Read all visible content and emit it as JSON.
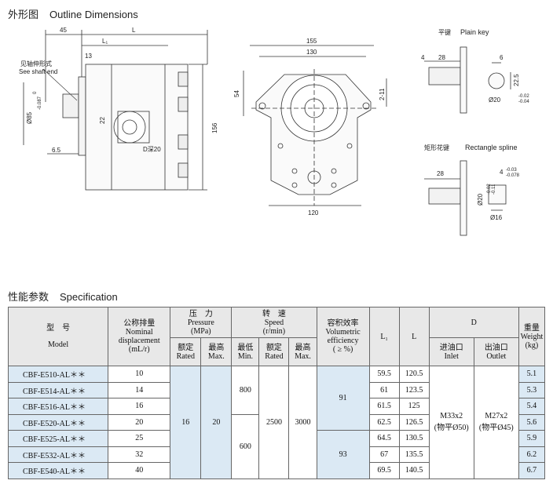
{
  "outline": {
    "title_cn": "外形图",
    "title_en": "Outline Dimensions",
    "dims": {
      "d45": "45",
      "L": "L",
      "L1": "L₁",
      "d13": "13",
      "d22": "22",
      "d85": "Ø85",
      "d85_tol": "-0.087",
      "d85_tol0": "0",
      "d65": "6.5",
      "depth": "D深20",
      "d156": "156",
      "d155": "155",
      "d130": "130",
      "d54": "54",
      "d211": "2-11",
      "d120": "120",
      "shaft_cn": "见轴伸形式",
      "shaft_en": "See shaft end"
    },
    "key": {
      "title_cn": "平键",
      "title_en": "Plain key",
      "d4": "4",
      "d28": "28",
      "d6": "6",
      "d225": "22.5",
      "d20": "Ø20",
      "tol_hi": "-0.02",
      "tol_lo": "-0.04"
    },
    "spline": {
      "title_cn": "矩形花键",
      "title_en": "Rectangle spline",
      "d28": "28",
      "d4": "4",
      "tol_hi": "-0.03",
      "tol_lo": "-0.078",
      "d20": "Ø20",
      "d20_tol_hi": "-0.02",
      "d20_tol_lo": "-0.11",
      "d16": "Ø16"
    }
  },
  "spec": {
    "title_cn": "性能参数",
    "title_en": "Specification",
    "headers": {
      "model_cn": "型　号",
      "model_en": "Model",
      "disp_cn": "公称排量",
      "disp_en1": "Nominal",
      "disp_en2": "displacement",
      "disp_unit": "(mL/r)",
      "pressure_cn": "压　力",
      "pressure_en": "Pressure",
      "pressure_unit": "(MPa)",
      "speed_cn": "转　速",
      "speed_en": "Speed",
      "speed_unit": "(r/min)",
      "vol_cn": "容积效率",
      "vol_en1": "Volumetric",
      "vol_en2": "efficiency",
      "vol_unit": "( ≥ %)",
      "L1": "L₁",
      "L": "L",
      "D": "D",
      "weight_cn": "重量",
      "weight_en": "Weight",
      "weight_unit": "(kg)",
      "rated_cn": "额定",
      "rated_en": "Rated",
      "max_cn": "最高",
      "max_en": "Max.",
      "min_cn": "最低",
      "min_en": "Min.",
      "inlet_cn": "进油口",
      "inlet_en": "Inlet",
      "outlet_cn": "出油口",
      "outlet_en": "Outlet"
    },
    "rows": [
      {
        "model": "CBF-E510-AL＊＊",
        "disp": "10",
        "L1": "59.5",
        "L": "120.5",
        "weight": "5.1"
      },
      {
        "model": "CBF-E514-AL＊＊",
        "disp": "14",
        "L1": "61",
        "L": "123.5",
        "weight": "5.3"
      },
      {
        "model": "CBF-E516-AL＊＊",
        "disp": "16",
        "L1": "61.5",
        "L": "125",
        "weight": "5.4"
      },
      {
        "model": "CBF-E520-AL＊＊",
        "disp": "20",
        "L1": "62.5",
        "L": "126.5",
        "weight": "5.6"
      },
      {
        "model": "CBF-E525-AL＊＊",
        "disp": "25",
        "L1": "64.5",
        "L": "130.5",
        "weight": "5.9"
      },
      {
        "model": "CBF-E532-AL＊＊",
        "disp": "32",
        "L1": "67",
        "L": "135.5",
        "weight": "6.2"
      },
      {
        "model": "CBF-E540-AL＊＊",
        "disp": "40",
        "L1": "69.5",
        "L": "140.5",
        "weight": "6.7"
      }
    ],
    "merged": {
      "p_rated": "16",
      "p_max": "20",
      "s_min_a": "800",
      "s_min_b": "600",
      "s_rated": "2500",
      "s_max": "3000",
      "vol_a": "91",
      "vol_b": "93",
      "inlet_1": "M33x2",
      "inlet_2": "(物平Ø50)",
      "outlet_1": "M27x2",
      "outlet_2": "(物平Ø45)"
    }
  }
}
